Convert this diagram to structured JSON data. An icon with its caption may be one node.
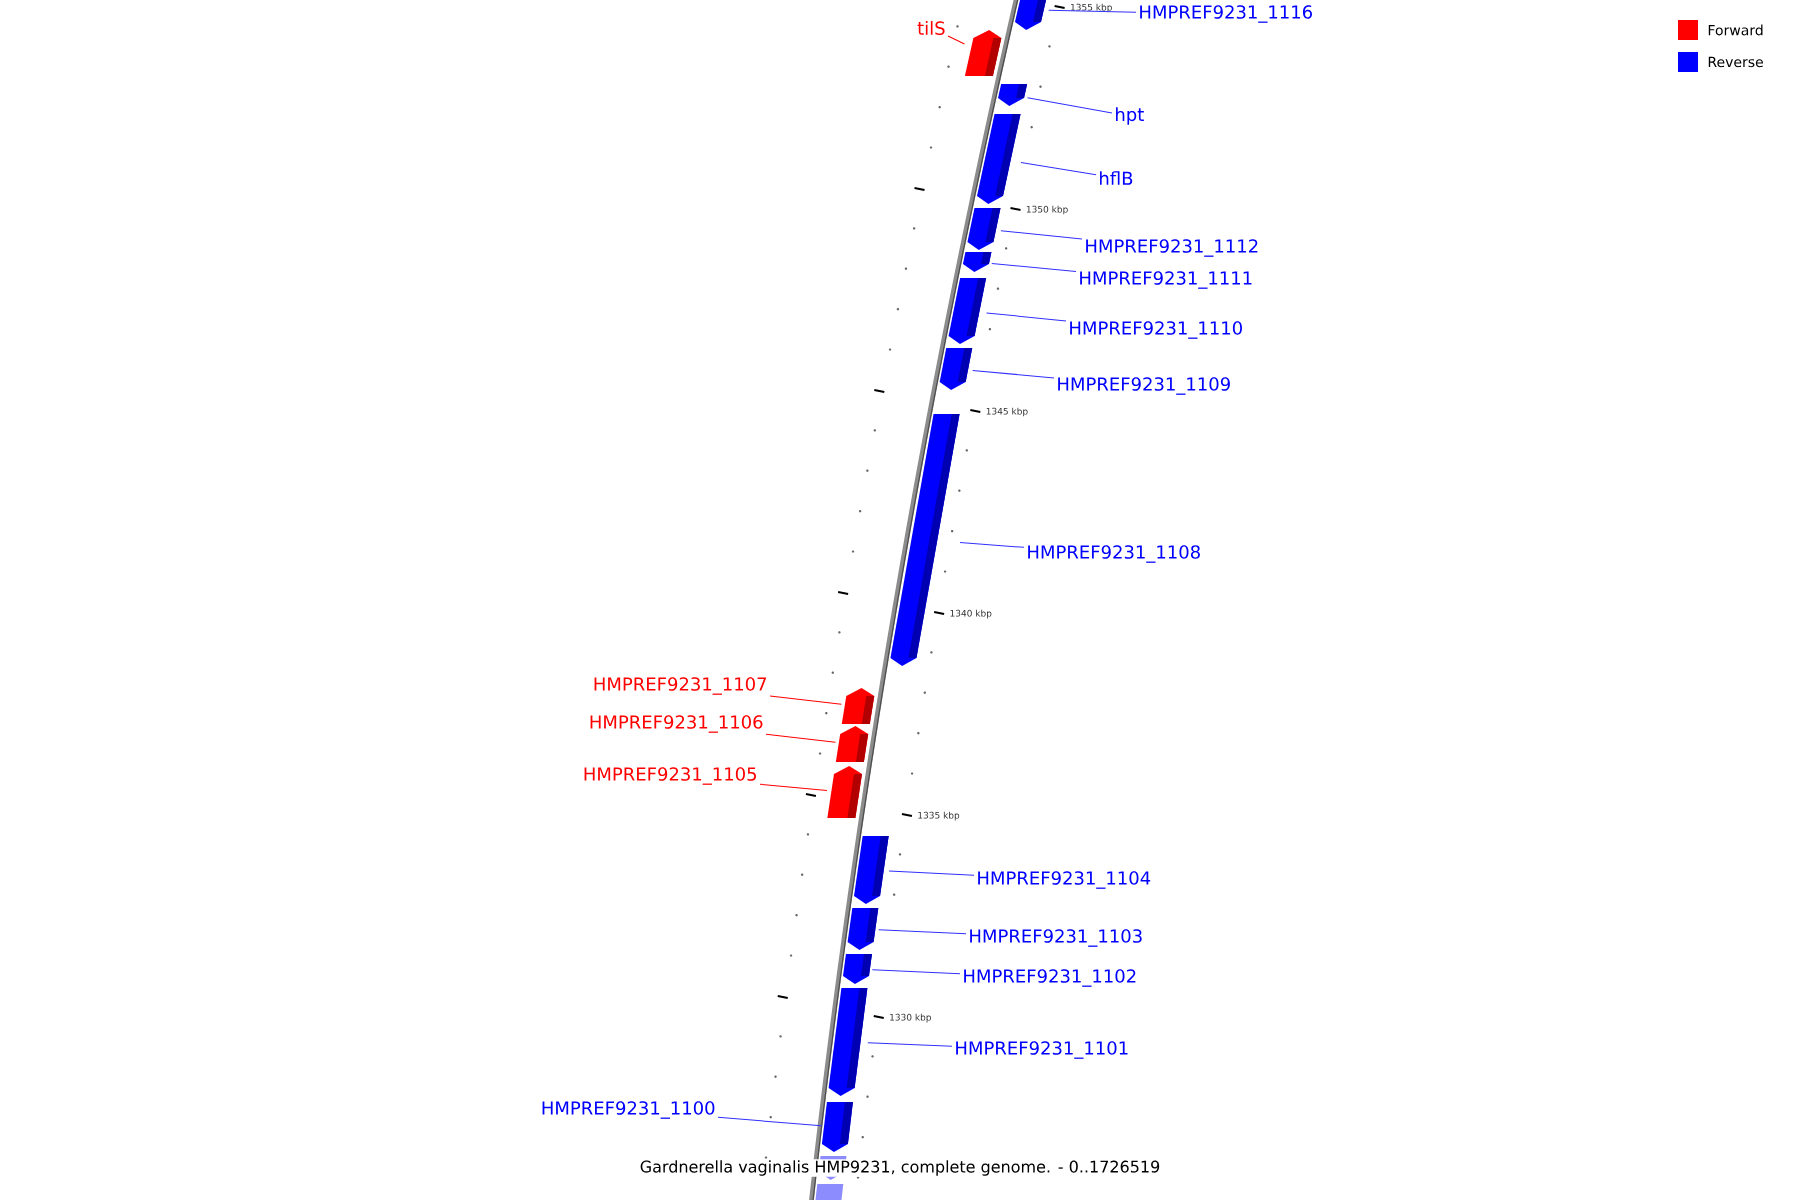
{
  "diagram": {
    "caption": "Gardnerella vaginalis HMP9231, complete genome. - 0..1726519",
    "nodes": [
      {
        "text": [
          "HMPREF9231_1116"
        ]
      },
      {
        "text": [
          "tilS"
        ]
      },
      {
        "text": [
          "hpt"
        ]
      },
      {
        "text": [
          "hflB"
        ]
      },
      {
        "text": [
          "HMPREF9231_1112"
        ]
      },
      {
        "text": [
          "HMPREF9231_1111"
        ]
      },
      {
        "text": [
          "HMPREF9231_1110"
        ]
      },
      {
        "text": [
          "HMPREF9231_1109"
        ]
      },
      {
        "text": [
          "HMPREF9231_1108"
        ]
      },
      {
        "text": [
          "HMPREF9231_1107"
        ]
      },
      {
        "text": [
          "HMPREF9231_1106"
        ]
      },
      {
        "text": [
          "HMPREF9231_1105"
        ]
      },
      {
        "text": [
          "HMPREF9231_1104"
        ]
      },
      {
        "text": [
          "HMPREF9231_1103"
        ]
      },
      {
        "text": [
          "HMPREF9231_1102"
        ]
      },
      {
        "text": [
          "HMPREF9231_1101"
        ]
      },
      {
        "text": [
          "HMPREF9231_1100"
        ]
      },
      {
        "text": [],
        "shape": "box"
      },
      {
        "text": [],
        "shape": "box"
      },
      {
        "text": [],
        "shape": "box"
      },
      {
        "text": [],
        "shape": "box"
      },
      {
        "text": [],
        "shape": "box"
      },
      {
        "text": [],
        "shape": "box"
      },
      {
        "text": [],
        "shape": "box"
      },
      {
        "text": [],
        "shape": "box"
      },
      {
        "text": [],
        "shape": "box"
      },
      {
        "text": [],
        "shape": "box"
      },
      {
        "text": [],
        "shape": "box"
      },
      {
        "text": [],
        "shape": "box"
      },
      {
        "text": [],
        "shape": "box"
      },
      {
        "text": [],
        "shape": "box"
      },
      {
        "text": [],
        "shape": "box"
      },
      {
        "text": [],
        "shape": "box"
      },
      {
        "text": [],
        "shape": "box"
      }
    ],
    "edges": [
      {
        "from": 0,
        "to": 17,
        "arrow": "none"
      },
      {
        "from": 1,
        "to": 18,
        "arrow": "none",
        "color": "#ff0000"
      },
      {
        "from": 2,
        "to": 19,
        "arrow": "none"
      },
      {
        "from": 3,
        "to": 20,
        "arrow": "none"
      },
      {
        "from": 4,
        "to": 21,
        "arrow": "none"
      },
      {
        "from": 5,
        "to": 22,
        "arrow": "none"
      },
      {
        "from": 6,
        "to": 23,
        "arrow": "none"
      },
      {
        "from": 7,
        "to": 24,
        "arrow": "none"
      },
      {
        "from": 8,
        "to": 25,
        "arrow": "none"
      },
      {
        "from": 9,
        "to": 26,
        "arrow": "none",
        "color": "#ff0000"
      },
      {
        "from": 10,
        "to": 27,
        "arrow": "none",
        "color": "#ff0000"
      },
      {
        "from": 11,
        "to": 28,
        "arrow": "none",
        "color": "#ff0000"
      },
      {
        "from": 12,
        "to": 29,
        "arrow": "none"
      },
      {
        "from": 13,
        "to": 30,
        "arrow": "none"
      },
      {
        "from": 14,
        "to": 31,
        "arrow": "none"
      },
      {
        "from": 15,
        "to": 32,
        "arrow": "none"
      },
      {
        "from": 16,
        "to": 33,
        "arrow": "none"
      }
    ],
    "labels": [
      "1355 kbp",
      "1350 kbp",
      "1345 kbp",
      "1340 kbp",
      "1335 kbp",
      "1330 kbp"
    ],
    "legend": [
      {
        "text": "Forward",
        "color": "#ff0000"
      },
      {
        "text": "Reverse",
        "color": "#0000ff"
      }
    ]
  }
}
